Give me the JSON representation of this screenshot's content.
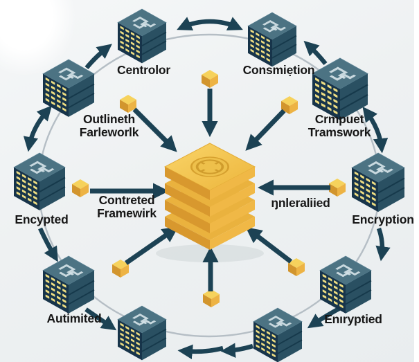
{
  "diagram": {
    "title": "",
    "center": {
      "name": "golden-ledger-stack",
      "emblem": "coin-emblem",
      "layers": 4
    },
    "labels": {
      "top_left": "Centrolor",
      "top_right": "Consmiẹtion",
      "upper_left": "Outlineth\nFarleworlk",
      "upper_right": "Crmpuet\nTramswork",
      "left": "Encypted",
      "right": "Encryption",
      "center_left": "Contreted\nFramewirk",
      "center_right": "ŋnleraliied",
      "bottom_left": "Autimited",
      "bottom_right": "Enıryptied"
    },
    "node_count": 10,
    "small_cube_count": 8,
    "colors": {
      "background": "#eef1f2",
      "node_top": "#4c7383",
      "node_left": "#17344a",
      "node_right": "#2a5062",
      "node_leds": "#eedd82",
      "arrow": "#1c4254",
      "ring": "#b5bec5",
      "gold_top": "#f6cd55",
      "gold_left": "#d8982e",
      "gold_right": "#f0b846",
      "text": "#161616"
    }
  }
}
